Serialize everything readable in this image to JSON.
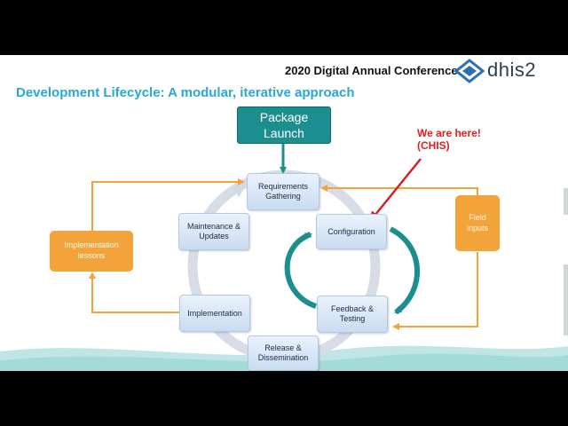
{
  "header": {
    "conference": "2020 Digital Annual Conference",
    "logo_text": "dhis2"
  },
  "title": "Development Lifecycle: A modular, iterative approach",
  "package": {
    "line1": "Package",
    "line2": "Launch"
  },
  "cycle": {
    "requirements": {
      "line1": "Requirements",
      "line2": "Gathering"
    },
    "configuration": {
      "line1": "Configuration"
    },
    "feedback": {
      "line1": "Feedback &",
      "line2": "Testing"
    },
    "release": {
      "line1": "Release &",
      "line2": "Dissemination"
    },
    "implementation": {
      "line1": "Implementation"
    },
    "maintenance": {
      "line1": "Maintenance &",
      "line2": "Updates"
    }
  },
  "side": {
    "lessons": {
      "line1": "Implementation",
      "line2": "lessons"
    },
    "field": {
      "line1": "Field",
      "line2": "inputs"
    }
  },
  "callout": {
    "line1": "We are here!",
    "line2": "(CHIS)"
  },
  "colors": {
    "title": "#29a8d6",
    "package": "#1b8f8f",
    "side_boxes": "#f2a43a",
    "callout": "#e02020",
    "teal_arrows": "#1b8f8f"
  }
}
